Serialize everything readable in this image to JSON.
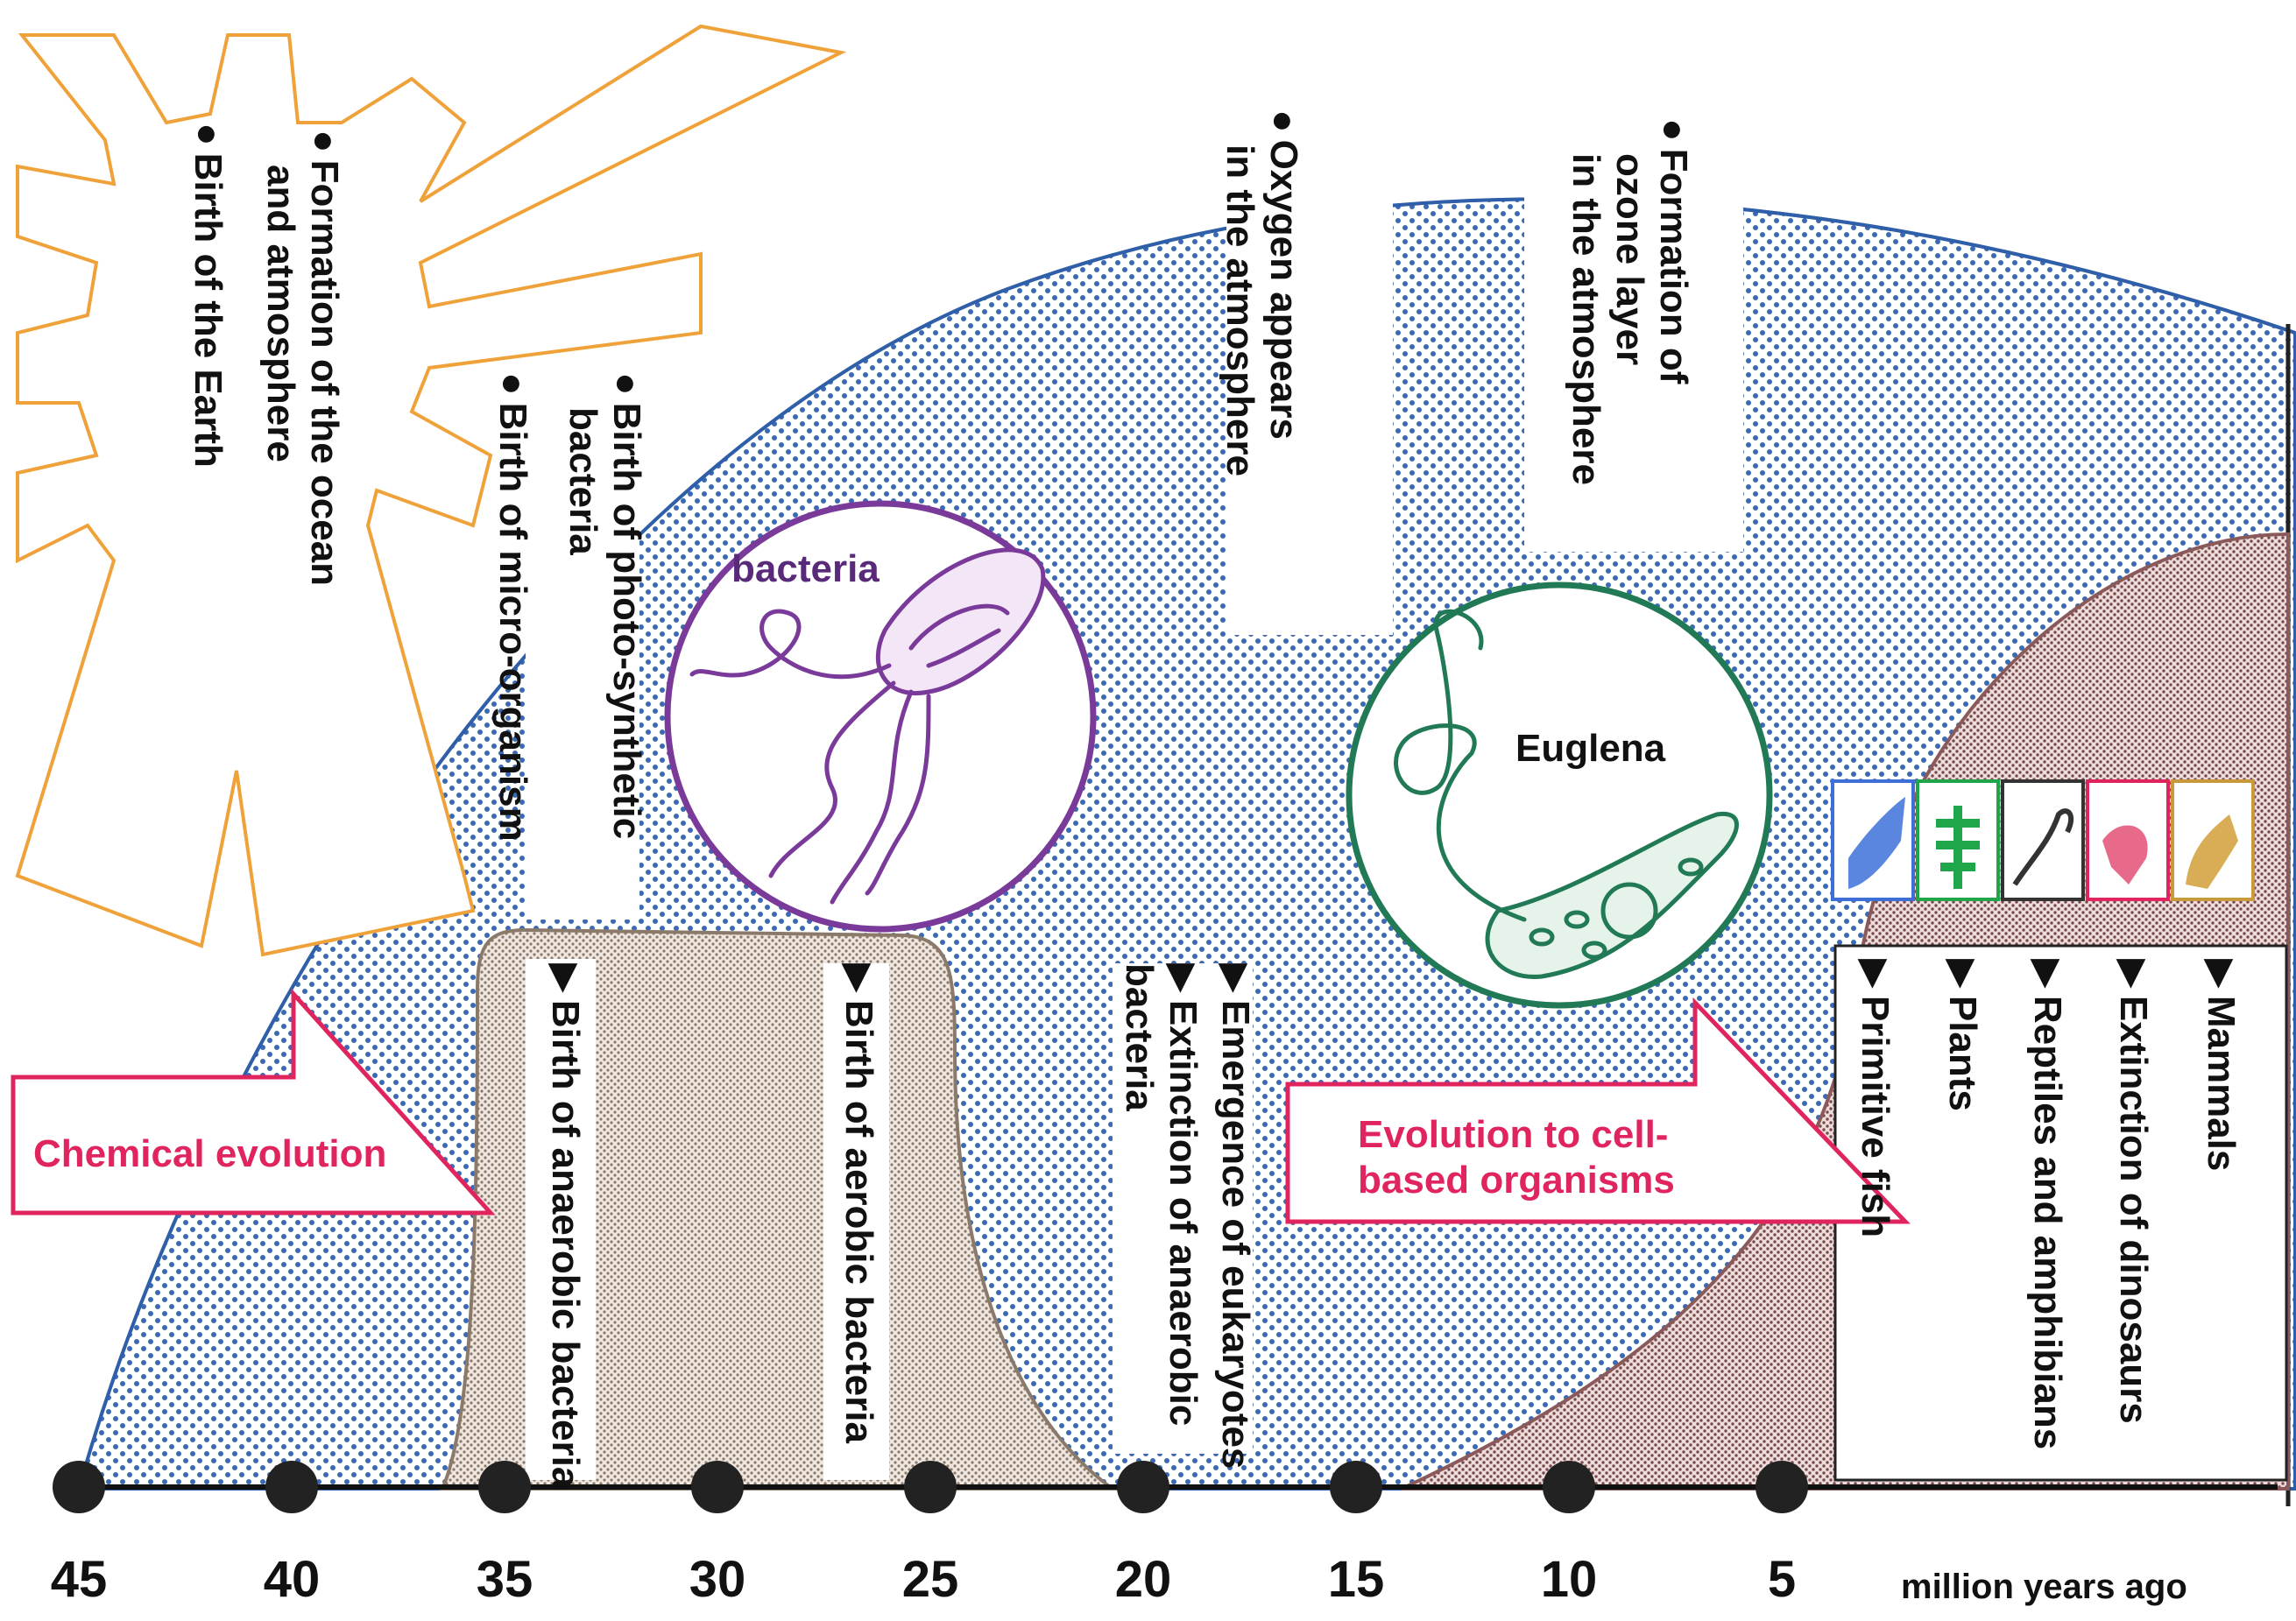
{
  "sun_events": [
    {
      "id": "earth",
      "text": "Birth of the Earth"
    },
    {
      "id": "ocean",
      "lines": [
        "Formation of the ocean",
        "and atmosphere"
      ]
    },
    {
      "id": "micro",
      "text": "Birth of micro-organism"
    },
    {
      "id": "photo",
      "lines": [
        "Birth of photo-synthetic",
        "bacteria"
      ]
    }
  ],
  "atmosphere_events": [
    {
      "id": "oxygen",
      "lines": [
        "Oxygen appears",
        "in the atmosphere"
      ]
    },
    {
      "id": "ozone",
      "lines": [
        "Formation of",
        "ozone layer",
        "in the atmosphere"
      ]
    }
  ],
  "bacteria_events": [
    {
      "id": "anaerobic",
      "text": "Birth of anaerobic bacteria"
    },
    {
      "id": "aerobic",
      "text": "Birth of aerobic bacteria"
    },
    {
      "id": "extinction_anaerobic",
      "lines": [
        "Extinction of anaerobic",
        "bacteria"
      ]
    },
    {
      "id": "eukaryotes",
      "text": "Emergence of eukaryotes"
    }
  ],
  "organism_events": [
    {
      "id": "fish",
      "text": "Primitive fish",
      "color": "#3d6fd6"
    },
    {
      "id": "plants",
      "text": "Plants",
      "color": "#1fa64a"
    },
    {
      "id": "reptiles",
      "text": "Reptiles and amphibians",
      "color": "#333333"
    },
    {
      "id": "dinosaurs",
      "text": "Extinction of dinosaurs",
      "color": "#e0245e"
    },
    {
      "id": "mammals",
      "text": "Mammals",
      "color": "#c99a3c"
    }
  ],
  "circles": {
    "bacteria_label": "bacteria",
    "euglena_label": "Euglena"
  },
  "arrows": {
    "chemical": "Chemical evolution",
    "cell_lines": [
      "Evolution to cell-",
      "based organisms"
    ]
  },
  "axis": {
    "ticks": [
      "45",
      "40",
      "35",
      "30",
      "25",
      "20",
      "15",
      "10",
      "5"
    ],
    "unit": "million years ago"
  },
  "markers": {
    "dot": "●",
    "triangle": "▶"
  },
  "colors": {
    "sun": "#f0a23a",
    "atmosphere_line": "#2f5fa8",
    "atmosphere_dots": "#3a6ab3",
    "bacteria_band": "#8b7a6a",
    "organism_band": "#8a5a5a",
    "bacteria_circle": "#7a3a9a",
    "euglena_circle": "#217a55",
    "arrow_outline": "#e0245e"
  }
}
